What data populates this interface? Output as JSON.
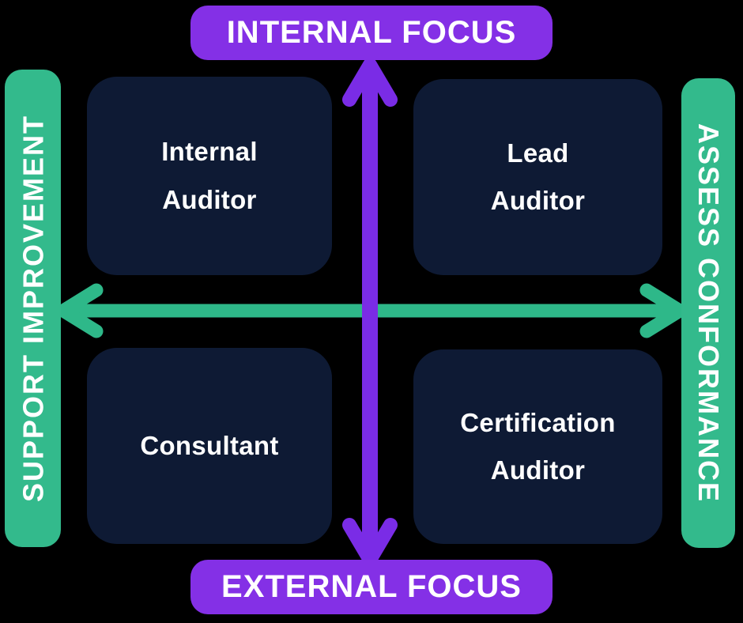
{
  "diagram": {
    "title": "auditor-roles-quadrant",
    "axis_labels": {
      "top": "INTERNAL FOCUS",
      "bottom": "EXTERNAL FOCUS",
      "left": "SUPPORT IMPROVEMENT",
      "right": "ASSESS CONFORMANCE"
    },
    "quadrants": {
      "top_left": "Internal\nAuditor",
      "top_right": "Lead\nAuditor",
      "bottom_left": "Consultant",
      "bottom_right": "Certification\nAuditor"
    },
    "colors": {
      "background": "#000000",
      "vertical_axis_arrow": "#7a2ce6",
      "vertical_axis_label_bg": "#8430e6",
      "horizontal_axis_arrow": "#2eb889",
      "horizontal_axis_label_bg": "#33ba8c",
      "quadrant_box_bg": "#0e1a34",
      "text": "#ffffff"
    }
  }
}
